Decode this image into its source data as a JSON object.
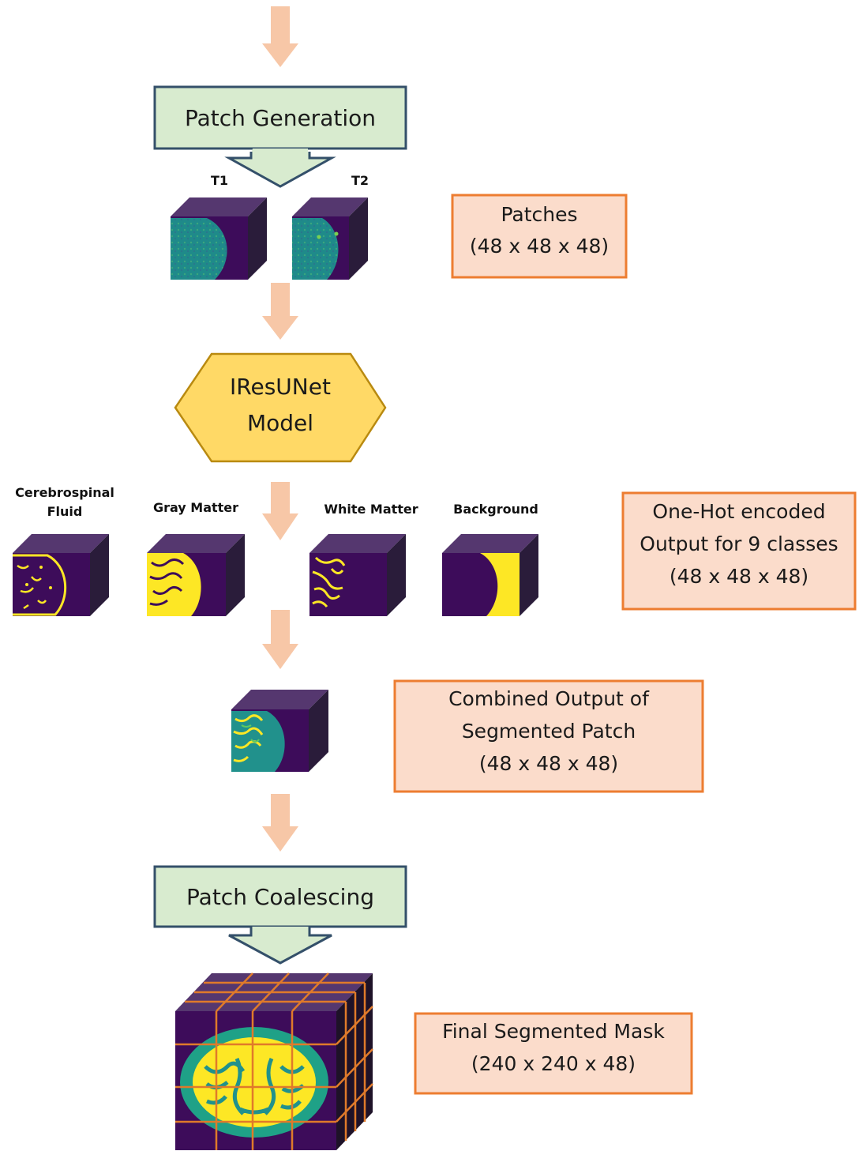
{
  "steps": {
    "patch_generation": "Patch Generation",
    "model_line1": "IResUNet",
    "model_line2": "Model",
    "patch_coalescing": "Patch Coalescing"
  },
  "modalities": {
    "t1": "T1",
    "t2": "T2"
  },
  "classes": {
    "csf_line1": "Cerebrospinal",
    "csf_line2": "Fluid",
    "gray": "Gray Matter",
    "white": "White Matter",
    "background": "Background"
  },
  "info": {
    "patches_line1": "Patches",
    "patches_line2": "(48 x 48 x 48)",
    "onehot_line1": "One-Hot encoded",
    "onehot_line2": "Output for 9 classes",
    "onehot_line3": "(48 x 48 x 48)",
    "combined_line1": "Combined Output of",
    "combined_line2": "Segmented Patch",
    "combined_line3": "(48 x 48 x 48)",
    "final_line1": "Final Segmented Mask",
    "final_line2": "(240 x 240 x 48)"
  },
  "colors": {
    "arrow": "#f7c7a7",
    "green_box": "#d8ebcf",
    "green_border": "#34506a",
    "model_fill": "#ffd966",
    "model_border": "#b98a10",
    "info_fill": "#fbdccb",
    "info_border": "#ed7d31",
    "cube_front": "#3d0c5a",
    "cube_top": "#55376f",
    "cube_side": "#2a1c3a",
    "yellow": "#fde725",
    "teal": "#21918c",
    "grid": "#e07a2a"
  }
}
